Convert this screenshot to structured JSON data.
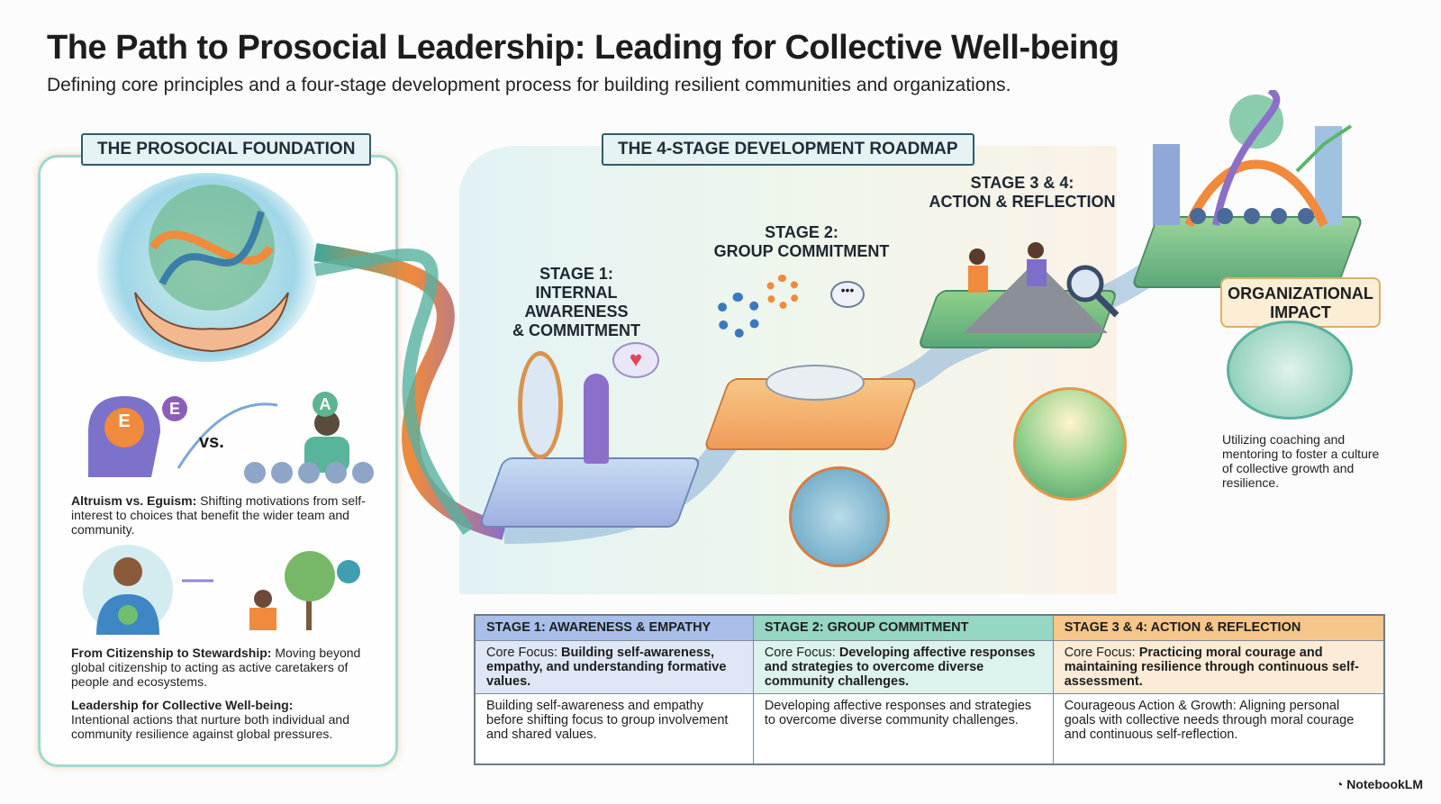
{
  "title": "The Path to Prosocial Leadership: Leading for Collective Well-being",
  "subtitle": "Defining core principles and a four-stage development process for building resilient communities and organizations.",
  "foundation": {
    "banner": "THE PROSOCIAL FOUNDATION",
    "vs_label": "vs.",
    "badge_e": "E",
    "badge_e2": "E",
    "badge_a": "A",
    "items": [
      {
        "title": "Altruism vs. Eguism",
        "text": "Shifting motivations from self-interest to choices that benefit the wider team and community."
      },
      {
        "title": "From Citizenship to Stewardship",
        "text": "Moving beyond global citizenship to acting as active caretakers of people and ecosystems."
      },
      {
        "title": "Leadership for Collective Well-being:",
        "text": "Intentional actions that nurture both individual and community resilience against global pressures."
      }
    ]
  },
  "roadmap": {
    "banner": "THE 4-STAGE DEVELOPMENT ROADMAP",
    "stage1": "STAGE 1:\nINTERNAL AWARENESS\n& COMMITMENT",
    "stage2": "STAGE 2:\nGROUP COMMITMENT",
    "stage34": "STAGE 3 & 4:\nACTION & REFLECTION",
    "org_impact": "ORGANIZATIONAL\nIMPACT",
    "org_text": "Utilizing coaching and mentoring to foster a culture of collective growth and resilience."
  },
  "table": {
    "columns": [
      {
        "header": "STAGE 1: AWARENESS & EMPATHY",
        "color": "#9fb6e6",
        "core_label": "Core Focus:",
        "core": "Building self-awareness, empathy, and understanding formative values.",
        "detail": "Building self-awareness and empathy before shifting focus to group involvement and shared values."
      },
      {
        "header": "STAGE 2: GROUP COMMITMENT",
        "color": "#8fd3c2",
        "core_label": "Core Focus:",
        "core": "Developing affective responses and strategies to overcome diverse community challenges.",
        "detail": "Developing affective responses and strategies to overcome diverse community challenges."
      },
      {
        "header": "STAGE 3 & 4: ACTION & REFLECTION",
        "color": "#f5c486",
        "core_label": "Core Focus:",
        "core": "Practicing moral courage and maintaining resilience through continuous self-assessment.",
        "detail": "Courageous Action & Growth: Aligning personal goals with collective needs through moral courage and continuous self-reflection."
      }
    ]
  },
  "brand": "NotebookLM"
}
